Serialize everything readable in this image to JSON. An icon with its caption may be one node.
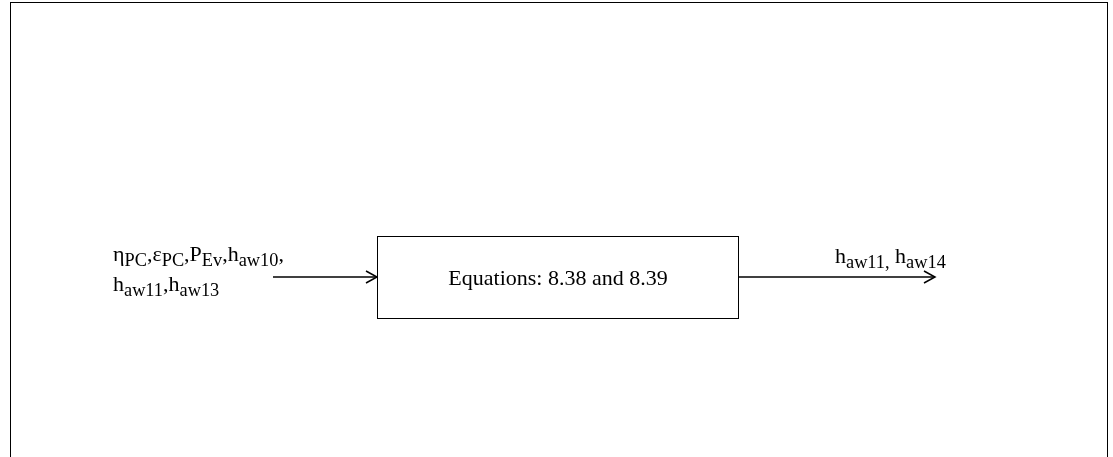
{
  "diagram": {
    "nodes": [
      {
        "text": [
          "η$_{PC}$,ε$_{PC}$,P$_{Ev}$,h$_{aw10}$, h$_{aw11}$,h$_{aw13}$"
        ]
      },
      {
        "text": [
          "Equations: 8.38 and 8.39"
        ]
      },
      {
        "text": [
          "h$_{aw11,}$ h$_{aw14}$"
        ]
      }
    ],
    "edges": [
      {
        "from": 0,
        "to": 1,
        "arrow": "to"
      },
      {
        "from": 1,
        "to": 2,
        "arrow": "to"
      }
    ]
  }
}
